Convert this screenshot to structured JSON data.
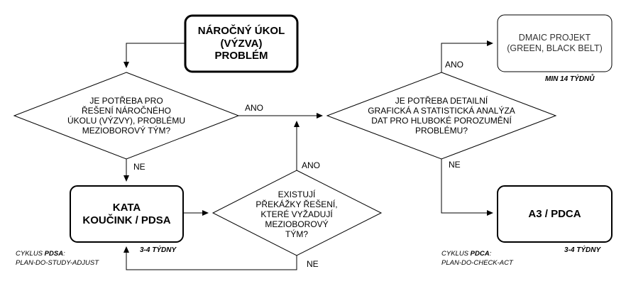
{
  "start": {
    "lines": [
      "NÁROČNÝ ÚKOL",
      "(VÝZVA)",
      "PROBLÉM"
    ]
  },
  "decision_team": {
    "lines": [
      "JE POTŘEBA PRO",
      "ŘEŠENÍ NÁROČNÉHO",
      "ÚKOLU (VÝZVY), PROBLÉMU",
      "MEZIOBOROVÝ TÝM?"
    ]
  },
  "decision_analysis": {
    "lines": [
      "JE POTŘEBA DETAILNÍ",
      "GRAFICKÁ A STATISTICKÁ ANALÝZA",
      "DAT PRO HLUBOKÉ POROZUMĚNÍ",
      "PROBLÉMU?"
    ]
  },
  "decision_obstacles": {
    "lines": [
      "EXISTUJÍ",
      "PŘEKÁŽKY ŘEŠENÍ,",
      "KTERÉ VYŽADUJÍ",
      "MEZIOBOROVÝ",
      "TÝM?"
    ]
  },
  "box_kata": {
    "lines": [
      "KATA",
      "KOUČINK / PDSA"
    ]
  },
  "box_dmaic": {
    "lines": [
      "DMAIC PROJEKT",
      "(GREEN, BLACK BELT)"
    ]
  },
  "box_a3": {
    "lines": [
      "A3 / PDCA"
    ]
  },
  "edge_labels": {
    "team_yes": "ANO",
    "team_no": "NE",
    "obstacles_yes": "ANO",
    "obstacles_no": "NE",
    "analysis_yes": "ANO",
    "analysis_no": "NE"
  },
  "durations": {
    "dmaic": "MIN 14 TÝDNŮ",
    "kata": "3-4 TÝDNY",
    "a3": "3-4 TÝDNY"
  },
  "cycles": {
    "pdsa": {
      "prefix": "CYKLUS ",
      "name": "PDSA",
      "suffix": ":",
      "steps": "PLAN-DO-STUDY-ADJUST"
    },
    "pdca": {
      "prefix": "CYKLUS ",
      "name": "PDCA",
      "suffix": ":",
      "steps": "PLAN-DO-CHECK-ACT"
    }
  }
}
